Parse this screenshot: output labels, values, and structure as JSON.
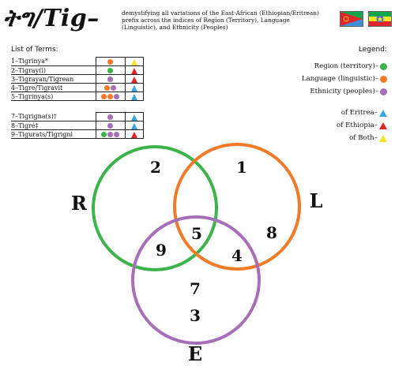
{
  "header": {
    "title": "ትግ/Tig–",
    "subtitle": "demystifying all variations of the East-African (Ethiopian/Eritrean) prefix across the indices of Region (Territory), Language (Linguistic), and Ethnicity (Peoples)"
  },
  "flags": [
    {
      "name": "Eritrea"
    },
    {
      "name": "Ethiopia"
    }
  ],
  "list_heading": "List of Terms:",
  "legend_heading": "Legend:",
  "colors": {
    "region": "#3cb44b",
    "language": "#f07a28",
    "ethnicity": "#a66fb8",
    "eritrea": "#3aa6dd",
    "ethiopia": "#e0252b",
    "both": "#f2e424"
  },
  "terms_group1": [
    {
      "label": "1–Tigrinya*",
      "dots": [
        "language"
      ],
      "triangle": "both"
    },
    {
      "label": "2–Tigray(i)",
      "dots": [
        "region"
      ],
      "triangle": "ethiopia"
    },
    {
      "label": "3–Tigrayan/Tigrean",
      "dots": [
        "ethnicity"
      ],
      "triangle": "ethiopia"
    },
    {
      "label": "4–Tigre/Tigravit",
      "dots": [
        "language",
        "ethnicity"
      ],
      "triangle": "eritrea"
    },
    {
      "label": "5–Tigrinya(s)",
      "dots": [
        "language",
        "language",
        "ethnicity"
      ],
      "triangle": "eritrea"
    }
  ],
  "terms_group2": [
    {
      "label": "7–Tigrigna(s)†",
      "dots": [
        "ethnicity"
      ],
      "triangle": "eritrea"
    },
    {
      "label": "8–Tigré‡",
      "dots": [
        "ethnicity"
      ],
      "triangle": "eritrea"
    },
    {
      "label": "9–Tigurats/Tigrigni",
      "dots": [
        "region",
        "ethnicity",
        "ethnicity"
      ],
      "triangle": "ethiopia"
    }
  ],
  "legend": {
    "region": "Region (territory)–",
    "language": "Language (linguistic)–",
    "ethnicity": "Ethnicity (peoples)–",
    "eritrea": "of Eritrea–",
    "ethiopia": "of Ethiopia–",
    "both": "of Both–"
  },
  "venn": {
    "labels": {
      "region": "R",
      "language": "L",
      "ethnicity": "E"
    },
    "numbers": {
      "r_only": "2",
      "l_only": "1",
      "rle": "5",
      "rl_not_e": "",
      "re": "9",
      "le": "4",
      "l_alone": "8",
      "e_top": "7",
      "e_bottom": "3"
    }
  }
}
